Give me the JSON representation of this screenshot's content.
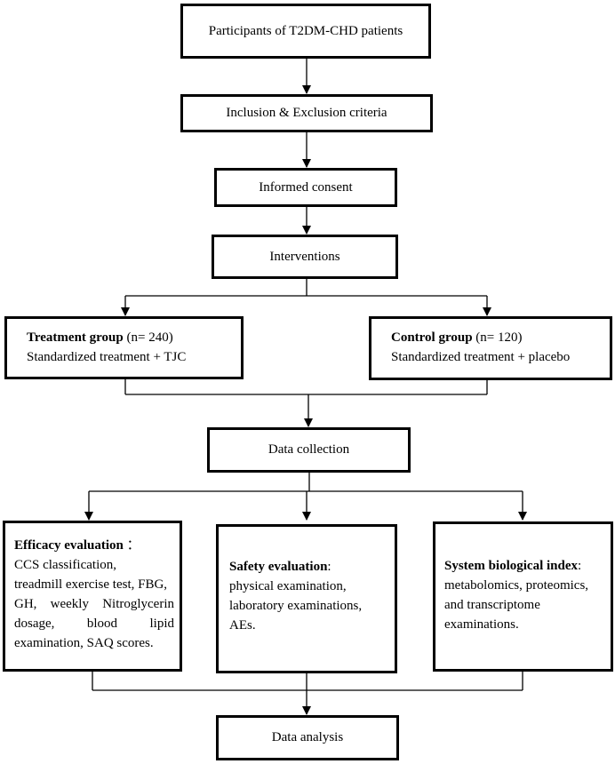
{
  "boxes": {
    "participants": "Participants of T2DM-CHD patients",
    "criteria": "Inclusion & Exclusion criteria",
    "consent": "Informed consent",
    "interventions": "Interventions",
    "data_collection": "Data collection",
    "data_analysis": "Data analysis"
  },
  "treatment": {
    "title": "Treatment group",
    "n": " (n= 240)",
    "desc": "Standardized treatment + TJC"
  },
  "control": {
    "title": "Control group",
    "n": " (n= 120)",
    "desc": "Standardized treatment + placebo"
  },
  "efficacy": {
    "title": "Efficacy evaluation",
    "sep": "：",
    "lines": [
      "CCS classification,",
      "treadmill exercise test, FBG,",
      "GH, weekly Nitroglycerin",
      "dosage, blood lipid",
      "examination, SAQ scores."
    ]
  },
  "safety": {
    "title": "Safety evaluation",
    "sep": ":",
    "lines": [
      "physical examination,",
      "laboratory examinations,",
      "AEs."
    ]
  },
  "system": {
    "title": "System biological index",
    "sep": ":",
    "lines": [
      "metabolomics, proteomics,",
      "and transcriptome",
      "examinations."
    ]
  }
}
